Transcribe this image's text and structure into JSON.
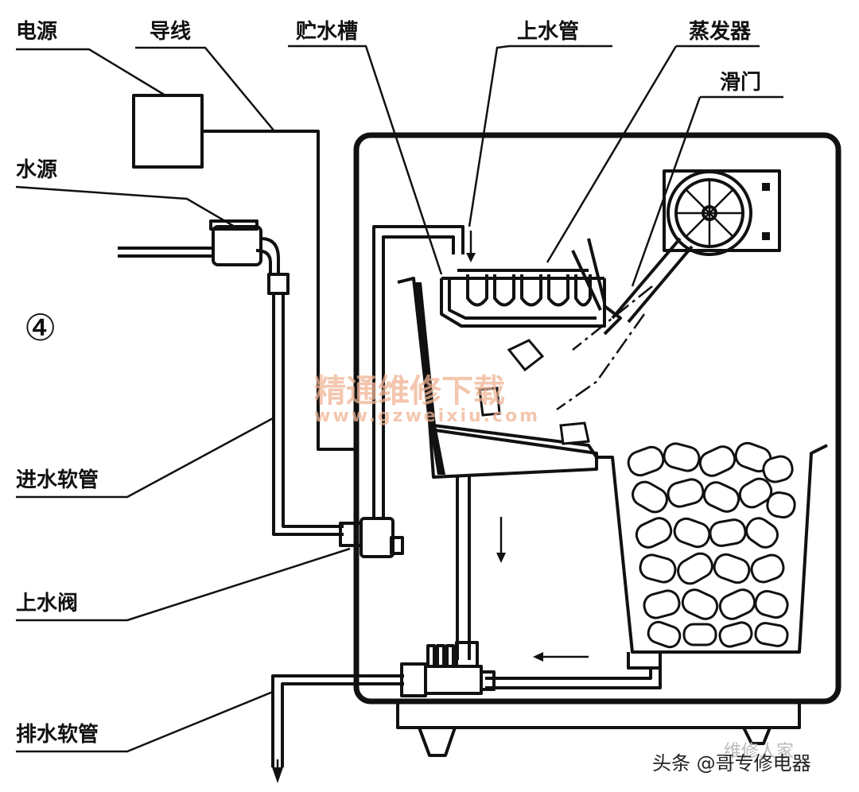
{
  "labels": {
    "power": "电源",
    "wire": "导线",
    "water_tank": "贮水槽",
    "supply_pipe": "上水管",
    "evaporator": "蒸发器",
    "slide_door": "滑门",
    "water_source": "水源",
    "inlet_hose": "进水软管",
    "inlet_valve": "上水阀",
    "drain_hose": "排水软管"
  },
  "figure_number": "④",
  "watermark": {
    "text": "精通维修下载",
    "url": "www.gzweixiu.com"
  },
  "credit": {
    "text": "头条 @哥专修电器",
    "faint": "维修人家"
  }
}
